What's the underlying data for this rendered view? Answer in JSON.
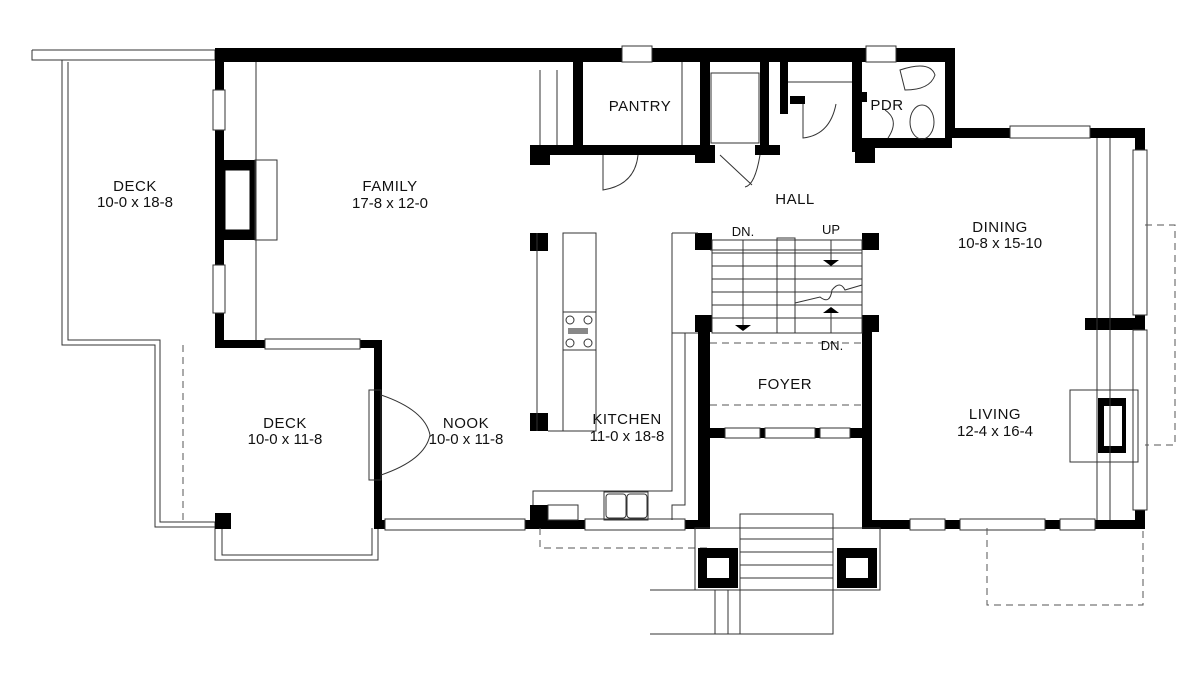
{
  "rooms": {
    "deck_upper": {
      "name": "DECK",
      "size": "10-0 x 18-8"
    },
    "family": {
      "name": "FAMILY",
      "size": "17-8 x 12-0"
    },
    "pantry": {
      "name": "PANTRY"
    },
    "pdr": {
      "name": "PDR"
    },
    "hall": {
      "name": "HALL"
    },
    "dining": {
      "name": "DINING",
      "size": "10-8 x 15-10"
    },
    "living": {
      "name": "LIVING",
      "size": "12-4 x 16-4"
    },
    "foyer": {
      "name": "FOYER"
    },
    "deck_lower": {
      "name": "DECK",
      "size": "10-0 x 11-8"
    },
    "nook": {
      "name": "NOOK",
      "size": "10-0 x 11-8"
    },
    "kitchen": {
      "name": "KITCHEN",
      "size": "11-0 x 18-8"
    }
  },
  "stairs": {
    "down_left": "DN.",
    "up": "UP",
    "down_lower": "DN."
  }
}
